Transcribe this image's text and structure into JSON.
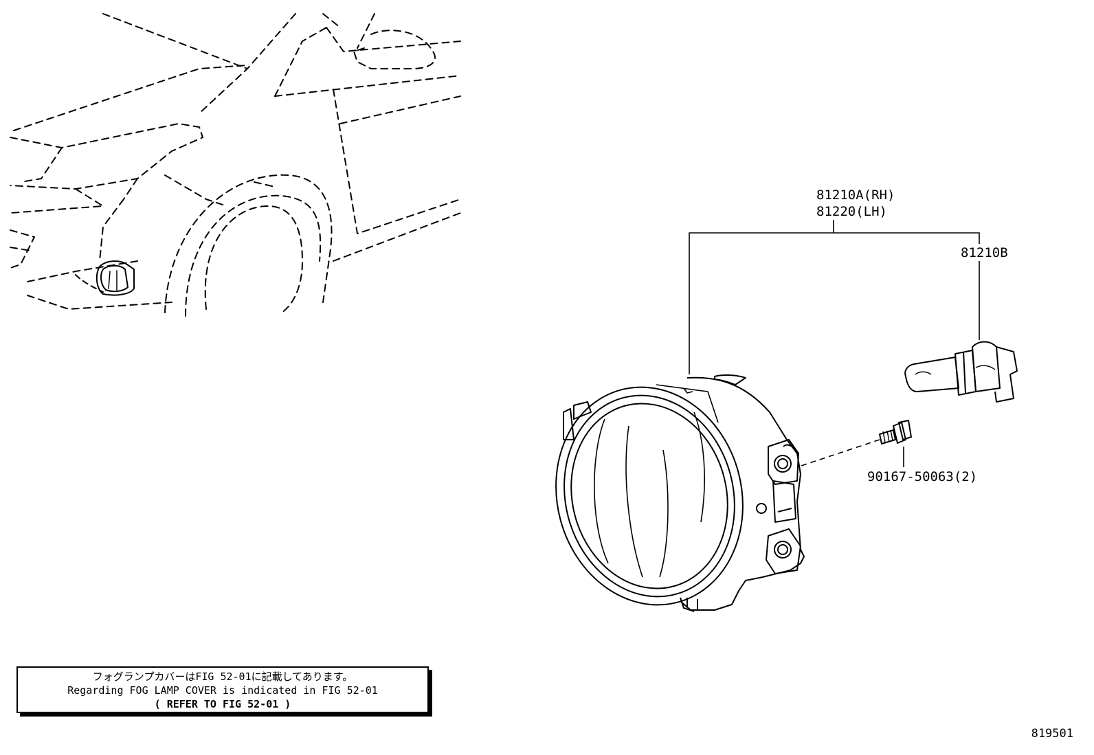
{
  "callouts": {
    "lamp_rh": "81210A(RH)",
    "lamp_lh": "81220(LH)",
    "bulb": "81210B",
    "screw": "90167-50063(2)"
  },
  "note": {
    "line_jp": "フォグランプカバーはFIG 52-01に記載してあります。",
    "line_en": "Regarding FOG LAMP COVER is indicated in FIG 52-01",
    "line_ref": "(  REFER TO FIG 52-01  )"
  },
  "figure_number": "819501",
  "colors": {
    "ink": "#000000",
    "paper": "#ffffff"
  }
}
